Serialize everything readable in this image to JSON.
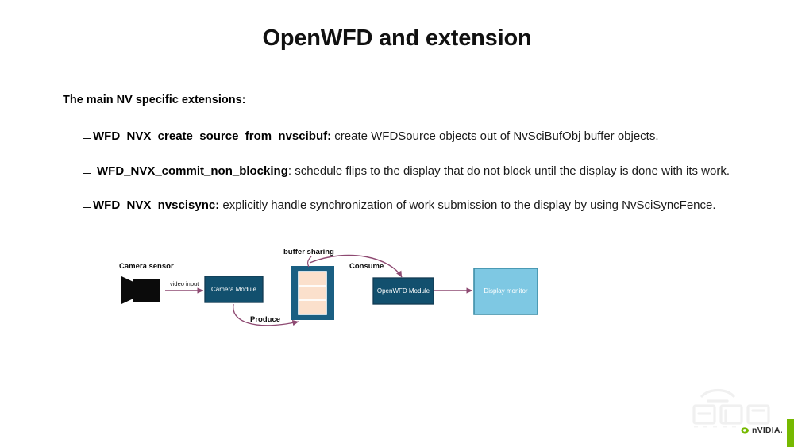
{
  "slide": {
    "title": "OpenWFD and extension",
    "lead": "The main NV specific extensions:",
    "bullets": [
      {
        "marker": "checkbox-bullet",
        "api": "WFD_NVX_create_source_from_nvscibuf:",
        "desc": " create WFDSource objects out of NvSciBufObj buffer objects."
      },
      {
        "marker": "checkbox-bullet",
        "api": "WFD_NVX_commit_non_blocking",
        "desc": ": schedule flips to the display that do not block until the display is done with its work."
      },
      {
        "marker": "checkbox-bullet",
        "api": "WFD_NVX_nvscisync:",
        "desc": " explicitly handle synchronization of work submission to the display by using NvSciSyncFence."
      }
    ]
  },
  "diagram": {
    "labels": {
      "camera_sensor": "Camera sensor",
      "video_input": "video input",
      "buffer_sharing": "buffer sharing",
      "produce": "Produce",
      "consume": "Consume"
    },
    "nodes": {
      "camera_module": "Camera Module",
      "openwfd_module": "OpenWFD Module",
      "display_monitor": "Display monitor"
    },
    "colors": {
      "module_fill": "#12506e",
      "module_border": "#123a52",
      "buffer_frame": "#1a5f82",
      "buffer_fill": "#fbe0cc",
      "display_fill": "#7ec8e3",
      "display_border": "#3f8fa8",
      "arrow": "#8e4a72"
    }
  },
  "branding": {
    "watermark_text": "智东西",
    "watermark_subtext": "zhidx",
    "nvidia_wordmark": "nVIDIA.",
    "accent_color": "#76b900"
  }
}
